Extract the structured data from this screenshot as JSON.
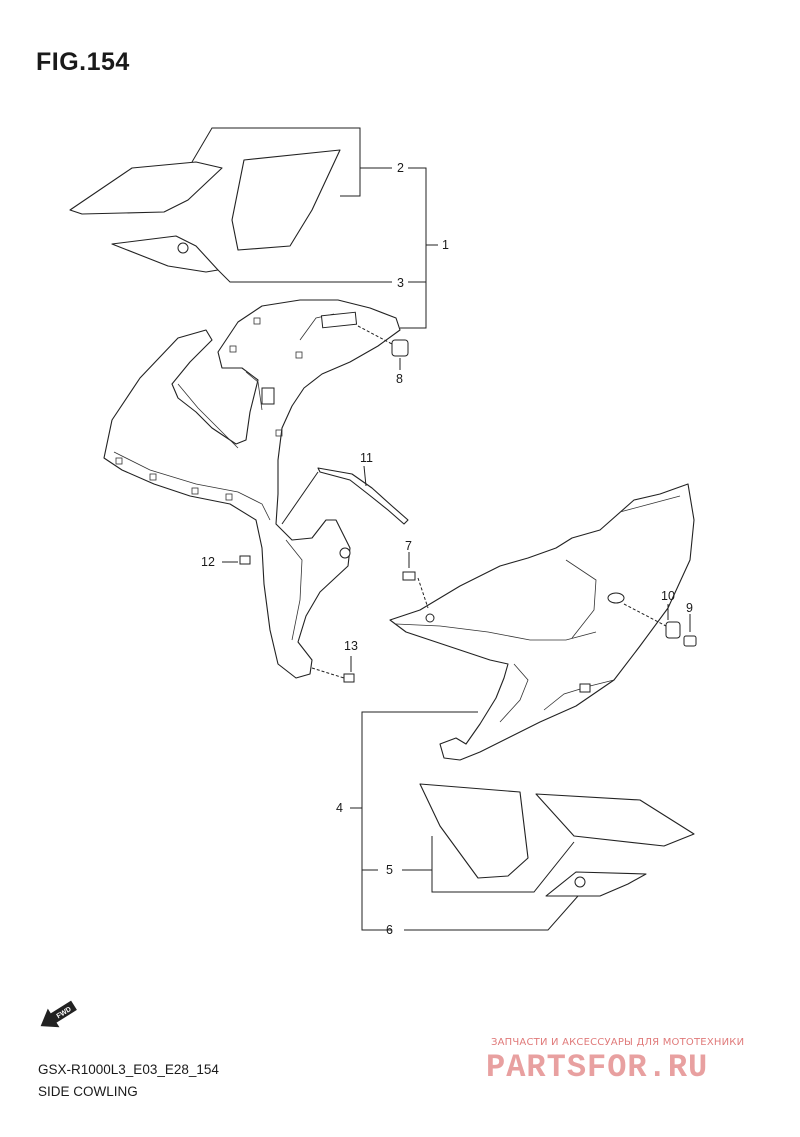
{
  "figure": {
    "title": "FIG.154"
  },
  "footer": {
    "model_code": "GSX-R1000L3_E03_E28_154",
    "section_name": "SIDE COWLING"
  },
  "fwd_badge": {
    "label": "FWD",
    "icon": "arrow-icon"
  },
  "watermark": {
    "tagline": "ЗАПЧАСТИ И АКСЕССУАРЫ ДЛЯ МОТОТЕХНИКИ",
    "brand": "PARTSFOR.RU",
    "color": "#e8a0a0"
  },
  "callouts": {
    "c1": "1",
    "c2": "2",
    "c3": "3",
    "c4": "4",
    "c5": "5",
    "c6": "6",
    "c7": "7",
    "c8": "8",
    "c9": "9",
    "c10": "10",
    "c11": "11",
    "c12": "12",
    "c13": "13"
  }
}
